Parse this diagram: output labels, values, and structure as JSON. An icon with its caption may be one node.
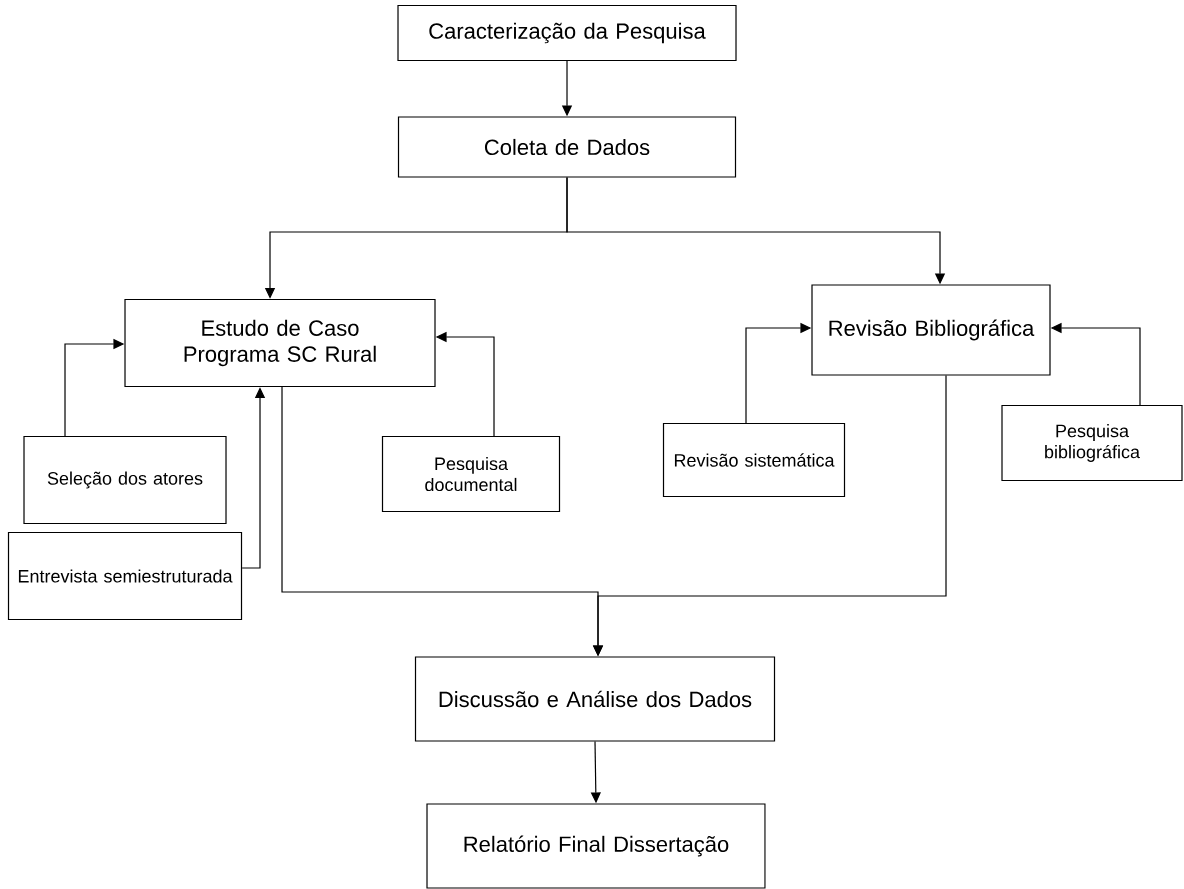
{
  "diagram": {
    "nodes": [
      {
        "text": [
          "Caracterização da Pesquisa"
        ]
      },
      {
        "text": [
          "Coleta de Dados"
        ]
      },
      {
        "text": [
          "Estudo de Caso Programa SC Rural"
        ]
      },
      {
        "text": [
          "Revisão Bibliográfica"
        ]
      },
      {
        "text": [
          "Seleção dos atores"
        ]
      },
      {
        "text": [
          "Entrevista semiestruturada"
        ]
      },
      {
        "text": [
          "Pesquisa documental"
        ]
      },
      {
        "text": [
          "Revisão sistemática"
        ]
      },
      {
        "text": [
          "Pesquisa bibliográfica"
        ]
      },
      {
        "text": [
          "Discussão e Análise dos Dados"
        ]
      },
      {
        "text": [
          "Relatório Final Dissertação"
        ]
      }
    ],
    "edges": [
      {
        "from": 0,
        "to": 1,
        "arrow": "to"
      },
      {
        "from": 1,
        "to": 2,
        "arrow": "to"
      },
      {
        "from": 1,
        "to": 3,
        "arrow": "to"
      },
      {
        "from": 4,
        "to": 2,
        "arrow": "to"
      },
      {
        "from": 5,
        "to": 2,
        "arrow": "to"
      },
      {
        "from": 6,
        "to": 2,
        "arrow": "to"
      },
      {
        "from": 7,
        "to": 3,
        "arrow": "to"
      },
      {
        "from": 8,
        "to": 3,
        "arrow": "to"
      },
      {
        "from": 2,
        "to": 9,
        "arrow": "to"
      },
      {
        "from": 3,
        "to": 9,
        "arrow": "to"
      },
      {
        "from": 9,
        "to": 10,
        "arrow": "to"
      }
    ]
  }
}
